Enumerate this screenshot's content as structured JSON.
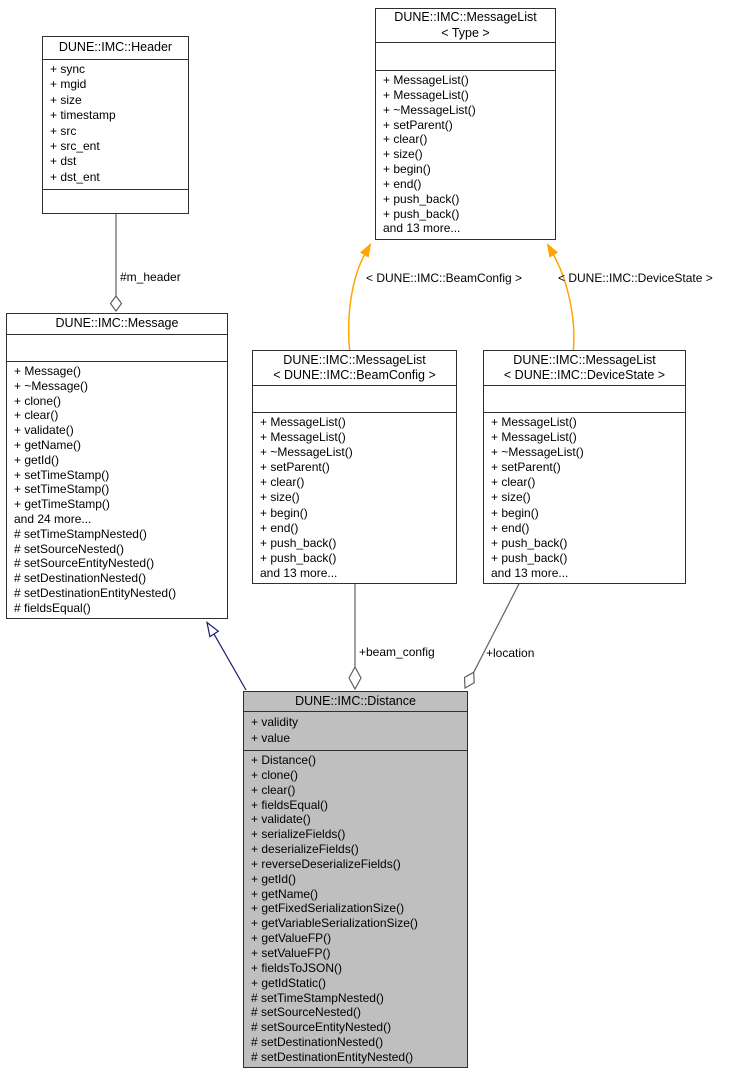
{
  "diagram": {
    "classes": {
      "header": {
        "title": "DUNE::IMC::Header",
        "attributes": [
          "+ sync",
          "+ mgid",
          "+ size",
          "+ timestamp",
          "+ src",
          "+ src_ent",
          "+ dst",
          "+ dst_ent"
        ],
        "methods": []
      },
      "messagelist_type": {
        "title": "DUNE::IMC::MessageList",
        "title2": "< Type >",
        "attributes": [],
        "methods": [
          "+ MessageList()",
          "+ MessageList()",
          "+ ~MessageList()",
          "+ setParent()",
          "+ clear()",
          "+ size()",
          "+ begin()",
          "+ end()",
          "+ push_back()",
          "+ push_back()",
          "and 13 more..."
        ]
      },
      "message": {
        "title": "DUNE::IMC::Message",
        "attributes": [],
        "methods": [
          "+ Message()",
          "+ ~Message()",
          "+ clone()",
          "+ clear()",
          "+ validate()",
          "+ getName()",
          "+ getId()",
          "+ setTimeStamp()",
          "+ setTimeStamp()",
          "+ getTimeStamp()",
          "and 24 more...",
          "# setTimeStampNested()",
          "# setSourceNested()",
          "# setSourceEntityNested()",
          "# setDestinationNested()",
          "# setDestinationEntityNested()",
          "# fieldsEqual()"
        ]
      },
      "messagelist_beamconfig": {
        "title": "DUNE::IMC::MessageList",
        "title2": "< DUNE::IMC::BeamConfig >",
        "attributes": [],
        "methods": [
          "+ MessageList()",
          "+ MessageList()",
          "+ ~MessageList()",
          "+ setParent()",
          "+ clear()",
          "+ size()",
          "+ begin()",
          "+ end()",
          "+ push_back()",
          "+ push_back()",
          "and 13 more..."
        ]
      },
      "messagelist_devicestate": {
        "title": "DUNE::IMC::MessageList",
        "title2": "< DUNE::IMC::DeviceState >",
        "attributes": [],
        "methods": [
          "+ MessageList()",
          "+ MessageList()",
          "+ ~MessageList()",
          "+ setParent()",
          "+ clear()",
          "+ size()",
          "+ begin()",
          "+ end()",
          "+ push_back()",
          "+ push_back()",
          "and 13 more..."
        ]
      },
      "distance": {
        "title": "DUNE::IMC::Distance",
        "attributes": [
          "+ validity",
          "+ value"
        ],
        "methods": [
          "+ Distance()",
          "+ clone()",
          "+ clear()",
          "+ fieldsEqual()",
          "+ validate()",
          "+ serializeFields()",
          "+ deserializeFields()",
          "+ reverseDeserializeFields()",
          "+ getId()",
          "+ getName()",
          "+ getFixedSerializationSize()",
          "+ getVariableSerializationSize()",
          "+ getValueFP()",
          "+ setValueFP()",
          "+ fieldsToJSON()",
          "+ getIdStatic()",
          "# setTimeStampNested()",
          "# setSourceNested()",
          "# setSourceEntityNested()",
          "# setDestinationNested()",
          "# setDestinationEntityNested()"
        ]
      }
    },
    "edge_labels": {
      "m_header": "#m_header",
      "template_beamconfig": "< DUNE::IMC::BeamConfig >",
      "template_devicestate": "< DUNE::IMC::DeviceState >",
      "beam_config": "+beam_config",
      "location": "+location"
    },
    "colors": {
      "aggregation_edge": "#606060",
      "inheritance_edge": "#191970",
      "template_edge": "#ffa500",
      "highlight_fill": "#bfbfbf",
      "box_border": "#2f2f2f",
      "background": "#ffffff"
    }
  }
}
